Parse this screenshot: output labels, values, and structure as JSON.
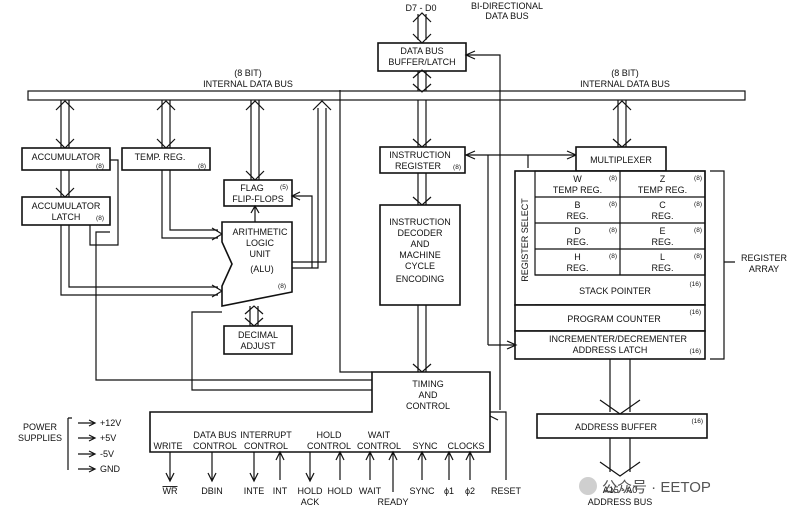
{
  "top": {
    "data_pins": "D7 - D0",
    "bidir_line1": "BI-DIRECTIONAL",
    "bidir_line2": "DATA BUS"
  },
  "internal_bus": {
    "left_label_1": "(8 BIT)",
    "left_label_2": "INTERNAL DATA BUS",
    "right_label_1": "(8 BIT)",
    "right_label_2": "INTERNAL DATA BUS"
  },
  "blocks": {
    "data_bus_buffer": [
      "DATA BUS",
      "BUFFER/LATCH"
    ],
    "accumulator": "ACCUMULATOR",
    "accumulator_bits": "(8)",
    "accumulator_latch": [
      "ACCUMULATOR",
      "LATCH"
    ],
    "accumulator_latch_bits": "(8)",
    "temp_reg": "TEMP. REG.",
    "temp_reg_bits": "(8)",
    "flag": [
      "FLAG",
      "FLIP-FLOPS"
    ],
    "flag_bits": "(5)",
    "alu": [
      "ARITHMETIC",
      "LOGIC",
      "UNIT",
      "(ALU)"
    ],
    "alu_bits": "(8)",
    "decimal_adjust": [
      "DECIMAL",
      "ADJUST"
    ],
    "instruction_register": [
      "INSTRUCTION",
      "REGISTER"
    ],
    "instruction_register_bits": "(8)",
    "decoder": [
      "INSTRUCTION",
      "DECODER",
      "AND",
      "MACHINE",
      "CYCLE",
      "ENCODING"
    ],
    "multiplexer": "MULTIPLEXER",
    "timing_control": [
      "TIMING",
      "AND",
      "CONTROL"
    ],
    "address_buffer": "ADDRESS BUFFER",
    "address_buffer_bits": "(16)"
  },
  "register_array": {
    "select_label": "REGISTER SELECT",
    "side_label": [
      "REGISTER",
      "ARRAY"
    ],
    "pair_cells": [
      {
        "line1": "W",
        "line2": "TEMP REG.",
        "bits": "(8)"
      },
      {
        "line1": "Z",
        "line2": "TEMP REG.",
        "bits": "(8)"
      },
      {
        "line1": "B",
        "line2": "REG.",
        "bits": "(8)"
      },
      {
        "line1": "C",
        "line2": "REG.",
        "bits": "(8)"
      },
      {
        "line1": "D",
        "line2": "REG.",
        "bits": "(8)"
      },
      {
        "line1": "E",
        "line2": "REG.",
        "bits": "(8)"
      },
      {
        "line1": "H",
        "line2": "REG.",
        "bits": "(8)"
      },
      {
        "line1": "L",
        "line2": "REG.",
        "bits": "(8)"
      }
    ],
    "stack_pointer": "STACK POINTER",
    "stack_pointer_bits": "(16)",
    "program_counter": "PROGRAM COUNTER",
    "program_counter_bits": "(16)",
    "inc_dec_line1": "INCREMENTER/DECREMENTER",
    "inc_dec_line2": "ADDRESS LATCH",
    "inc_dec_bits": "(16)"
  },
  "control_sections": [
    {
      "top": "",
      "bottom": "WRITE"
    },
    {
      "top": "DATA BUS",
      "bottom": "CONTROL"
    },
    {
      "top": "INTERRUPT",
      "bottom": "CONTROL"
    },
    {
      "top": "HOLD",
      "bottom": "CONTROL"
    },
    {
      "top": "WAIT",
      "bottom": "CONTROL"
    },
    {
      "top": "",
      "bottom": "SYNC"
    },
    {
      "top": "",
      "bottom": "CLOCKS"
    }
  ],
  "pins": {
    "wr": "WR",
    "dbin": "DBIN",
    "inte": "INTE",
    "int": "INT",
    "hold": "HOLD",
    "hold_ack_1": "HOLD",
    "hold_ack_2": "ACK",
    "wait": "WAIT",
    "ready": "READY",
    "sync": "SYNC",
    "phi1": "ϕ1",
    "phi2": "ϕ2",
    "reset": "RESET"
  },
  "power": {
    "label_1": "POWER",
    "label_2": "SUPPLIES",
    "rails": [
      "+12V",
      "+5V",
      "-5V",
      "GND"
    ]
  },
  "address_out": {
    "pins": "A15 - A0",
    "label": "ADDRESS BUS"
  },
  "watermark": "公众号 · EETOP"
}
